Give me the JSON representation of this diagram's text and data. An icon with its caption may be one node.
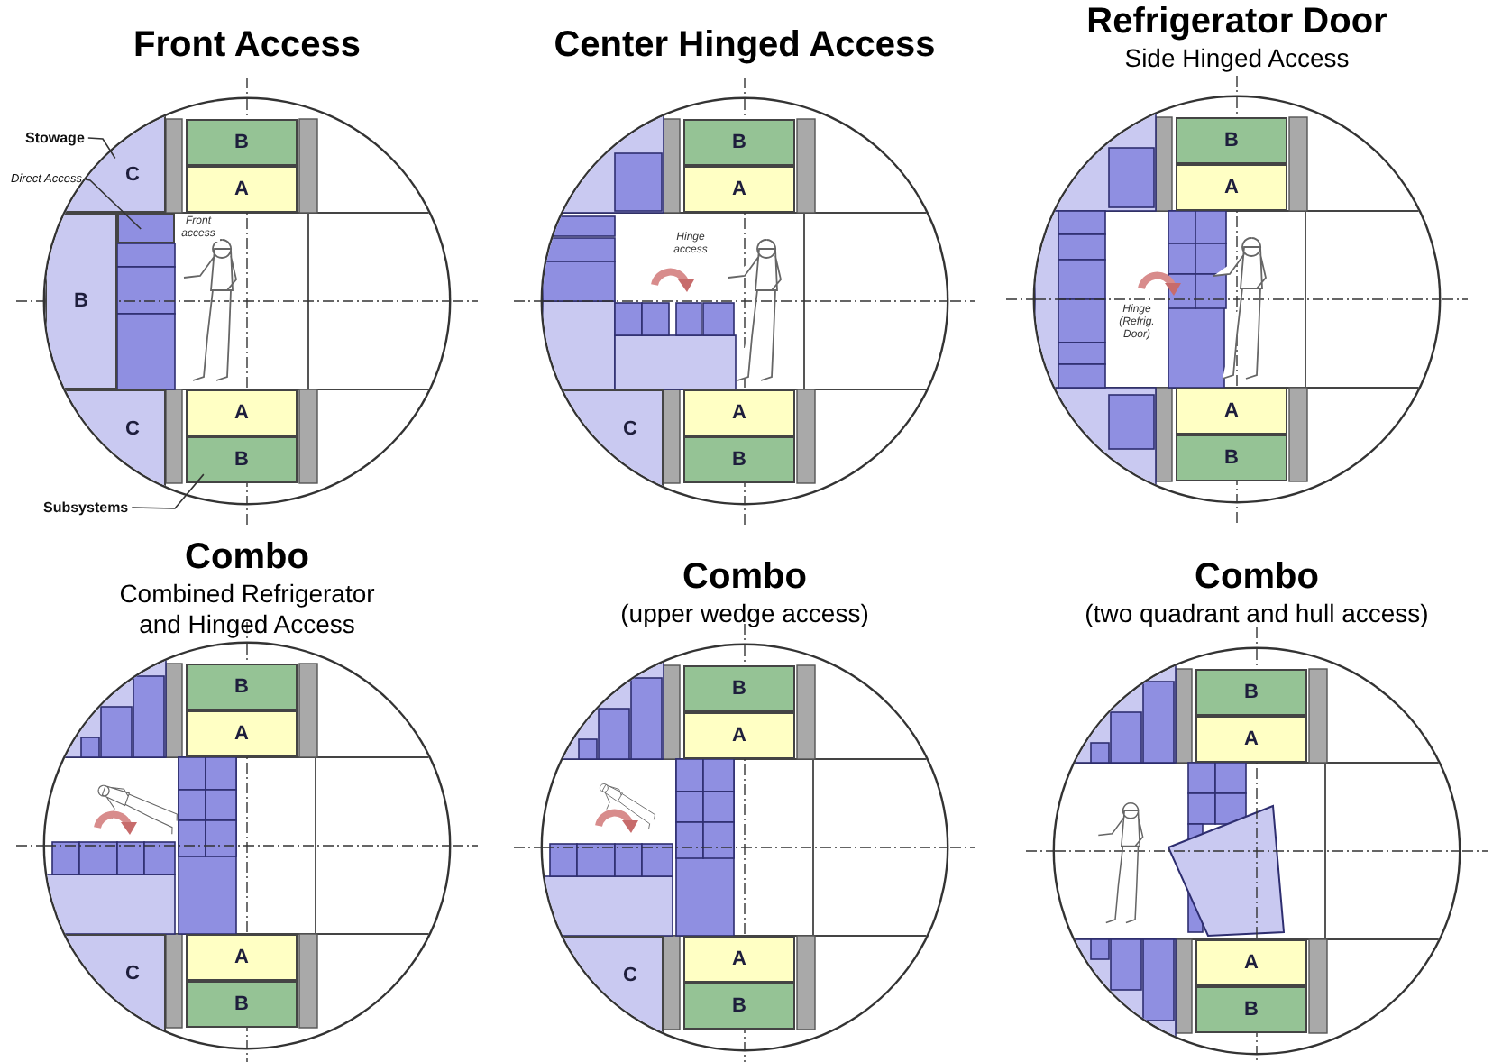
{
  "diagram": {
    "nodes": [
      {
        "text": [
          "Front Access"
        ]
      },
      {
        "text": [
          "C"
        ],
        "in": 0
      },
      {
        "text": [
          "B"
        ],
        "in": 0
      },
      {
        "text": [
          "A"
        ],
        "in": 0
      },
      {
        "text": [],
        "shape": "box",
        "in": 0
      },
      {
        "text": [
          "B"
        ],
        "in": 0
      },
      {
        "text": [
          "C"
        ],
        "in": 0
      },
      {
        "text": [
          "A"
        ],
        "in": 0
      },
      {
        "text": [
          "B"
        ],
        "in": 0
      },
      {
        "text": [
          "Stowage"
        ]
      },
      {
        "text": [
          "Direct Access"
        ]
      },
      {
        "text": [
          "Subsystems"
        ]
      },
      {
        "text": [
          "Center Hinged Access"
        ]
      },
      {
        "text": [
          "B"
        ],
        "in": 12
      },
      {
        "text": [
          "A"
        ],
        "in": 12
      },
      {
        "text": [
          "C"
        ],
        "in": 12
      },
      {
        "text": [
          "A"
        ],
        "in": 12
      },
      {
        "text": [
          "B"
        ],
        "in": 12
      },
      {
        "text": [
          "Refrigerator Door",
          "Side Hinged Access"
        ]
      },
      {
        "text": [
          "B"
        ],
        "in": 18
      },
      {
        "text": [
          "A"
        ],
        "in": 18
      },
      {
        "text": [
          "A"
        ],
        "in": 18
      },
      {
        "text": [
          "B"
        ],
        "in": 18
      },
      {
        "text": [
          "Combo",
          "Combined Refrigerator and Hinged Access"
        ]
      },
      {
        "text": [
          "B"
        ],
        "in": 23
      },
      {
        "text": [
          "A"
        ],
        "in": 23
      },
      {
        "text": [
          "C"
        ],
        "in": 23
      },
      {
        "text": [
          "A"
        ],
        "in": 23
      },
      {
        "text": [
          "B"
        ],
        "in": 23
      },
      {
        "text": [
          "Combo",
          "(upper wedge access)"
        ]
      },
      {
        "text": [
          "B"
        ],
        "in": 29
      },
      {
        "text": [
          "A"
        ],
        "in": 29
      },
      {
        "text": [
          "C"
        ],
        "in": 29
      },
      {
        "text": [
          "A"
        ],
        "in": 29
      },
      {
        "text": [
          "B"
        ],
        "in": 29
      },
      {
        "text": [
          "Combo",
          "(two quadrant and hull access)"
        ]
      },
      {
        "text": [
          "B"
        ],
        "in": 35
      },
      {
        "text": [
          "A"
        ],
        "in": 35
      },
      {
        "text": [
          "A"
        ],
        "in": 35
      },
      {
        "text": [
          "B"
        ],
        "in": 35
      }
    ],
    "edges": [
      {
        "from": 9,
        "to": 1,
        "arrow": "none"
      },
      {
        "from": 10,
        "to": 4,
        "arrow": "none"
      },
      {
        "from": 11,
        "to": 8,
        "arrow": "none"
      }
    ],
    "labels": [
      "Front access",
      "Hinge access",
      "Hinge (Refrig. Door)"
    ]
  }
}
